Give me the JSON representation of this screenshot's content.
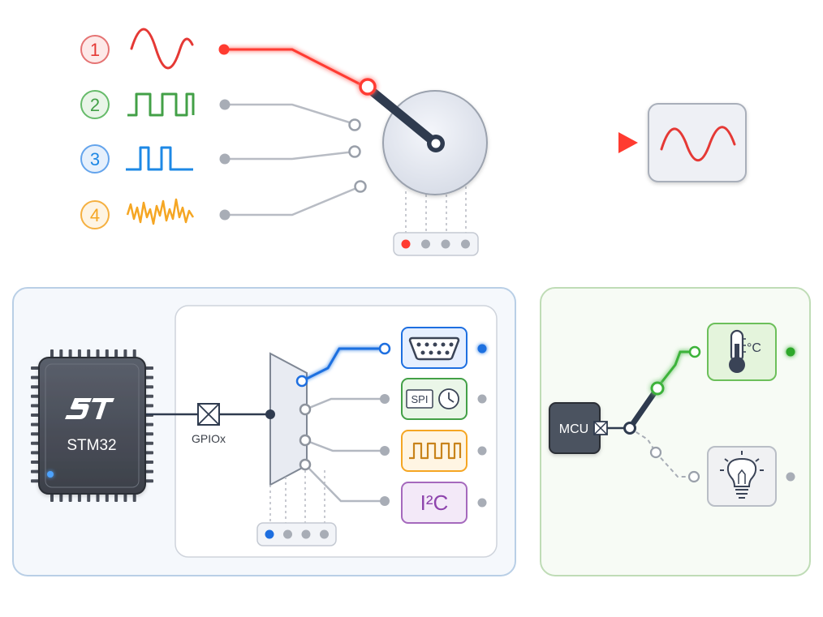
{
  "inputs": [
    {
      "number": "1",
      "color": "#e53935",
      "waveform": "sine"
    },
    {
      "number": "2",
      "color": "#43a047",
      "waveform": "square"
    },
    {
      "number": "3",
      "color": "#1e88e5",
      "waveform": "pulse"
    },
    {
      "number": "4",
      "color": "#f5a623",
      "waveform": "noise"
    }
  ],
  "selector": {
    "selected_position": 1,
    "position_count": 4,
    "active_color": "#e53935"
  },
  "output": {
    "waveform": "sine",
    "color": "#e53935"
  },
  "mcu_panel": {
    "chip_label": "STM32",
    "chip_logo": "st-logo",
    "pin_label": "GPIOx",
    "accent_color": "#1e6fe0",
    "mux_selected_position": 1,
    "peripherals": [
      {
        "kind": "serial-port-icon",
        "label": "",
        "color": "#1e6fe0",
        "status": "active"
      },
      {
        "kind": "spi-timer-icon",
        "label": "SPI",
        "color": "#43a047",
        "status": "idle"
      },
      {
        "kind": "pwm-wave-icon",
        "label": "",
        "color": "#f5a623",
        "status": "idle"
      },
      {
        "kind": "i2c-icon",
        "label": "I²C",
        "color": "#8e44ad",
        "status": "idle"
      }
    ]
  },
  "switch_panel": {
    "controller_label": "MCU",
    "accent_color": "#43a047",
    "targets": [
      {
        "kind": "thermometer-icon",
        "label": "°C",
        "status": "active"
      },
      {
        "kind": "light-bulb-icon",
        "label": "",
        "status": "idle"
      }
    ]
  }
}
